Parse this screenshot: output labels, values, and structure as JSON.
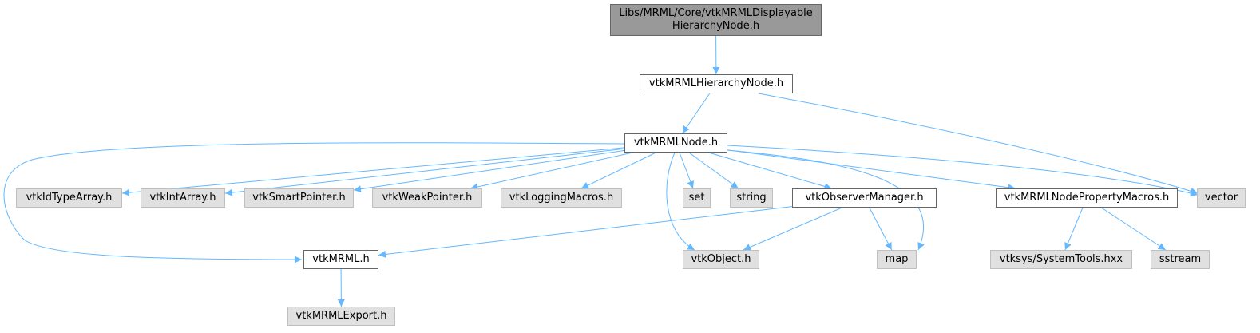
{
  "nodes": [
    {
      "id": "root",
      "kind": "root",
      "label": "Libs/MRML/Core/vtkMRMLDisplayable\nHierarchyNode.h"
    },
    {
      "id": "hier",
      "kind": "doc",
      "label": "vtkMRMLHierarchyNode.h"
    },
    {
      "id": "node",
      "kind": "doc",
      "label": "vtkMRMLNode.h"
    },
    {
      "id": "idtype",
      "kind": "ext",
      "label": "vtkIdTypeArray.h"
    },
    {
      "id": "intarr",
      "kind": "ext",
      "label": "vtkIntArray.h"
    },
    {
      "id": "smart",
      "kind": "ext",
      "label": "vtkSmartPointer.h"
    },
    {
      "id": "weak",
      "kind": "ext",
      "label": "vtkWeakPointer.h"
    },
    {
      "id": "logging",
      "kind": "ext",
      "label": "vtkLoggingMacros.h"
    },
    {
      "id": "set",
      "kind": "ext",
      "label": "set"
    },
    {
      "id": "string",
      "kind": "ext",
      "label": "string"
    },
    {
      "id": "observer",
      "kind": "doc",
      "label": "vtkObserverManager.h"
    },
    {
      "id": "propmacros",
      "kind": "doc",
      "label": "vtkMRMLNodePropertyMacros.h"
    },
    {
      "id": "vector",
      "kind": "ext",
      "label": "vector"
    },
    {
      "id": "mrml",
      "kind": "doc",
      "label": "vtkMRML.h"
    },
    {
      "id": "object",
      "kind": "ext",
      "label": "vtkObject.h"
    },
    {
      "id": "map",
      "kind": "ext",
      "label": "map"
    },
    {
      "id": "systools",
      "kind": "ext",
      "label": "vtksys/SystemTools.hxx"
    },
    {
      "id": "sstream",
      "kind": "ext",
      "label": "sstream"
    },
    {
      "id": "export",
      "kind": "ext",
      "label": "vtkMRMLExport.h"
    }
  ],
  "edges": [
    {
      "from": "root",
      "to": "hier"
    },
    {
      "from": "hier",
      "to": "node"
    },
    {
      "from": "hier",
      "to": "vector"
    },
    {
      "from": "node",
      "to": "idtype"
    },
    {
      "from": "node",
      "to": "intarr"
    },
    {
      "from": "node",
      "to": "smart"
    },
    {
      "from": "node",
      "to": "weak"
    },
    {
      "from": "node",
      "to": "logging"
    },
    {
      "from": "node",
      "to": "set"
    },
    {
      "from": "node",
      "to": "string"
    },
    {
      "from": "node",
      "to": "observer"
    },
    {
      "from": "node",
      "to": "propmacros"
    },
    {
      "from": "node",
      "to": "vector"
    },
    {
      "from": "node",
      "to": "mrml"
    },
    {
      "from": "node",
      "to": "object"
    },
    {
      "from": "node",
      "to": "map"
    },
    {
      "from": "observer",
      "to": "mrml"
    },
    {
      "from": "observer",
      "to": "object"
    },
    {
      "from": "observer",
      "to": "map"
    },
    {
      "from": "propmacros",
      "to": "systools"
    },
    {
      "from": "propmacros",
      "to": "sstream"
    },
    {
      "from": "mrml",
      "to": "export"
    }
  ],
  "colors": {
    "edge": "#63b8ff",
    "root_fill": "#999999",
    "doc_fill": "#ffffff",
    "ext_fill": "#e0e0e0"
  }
}
